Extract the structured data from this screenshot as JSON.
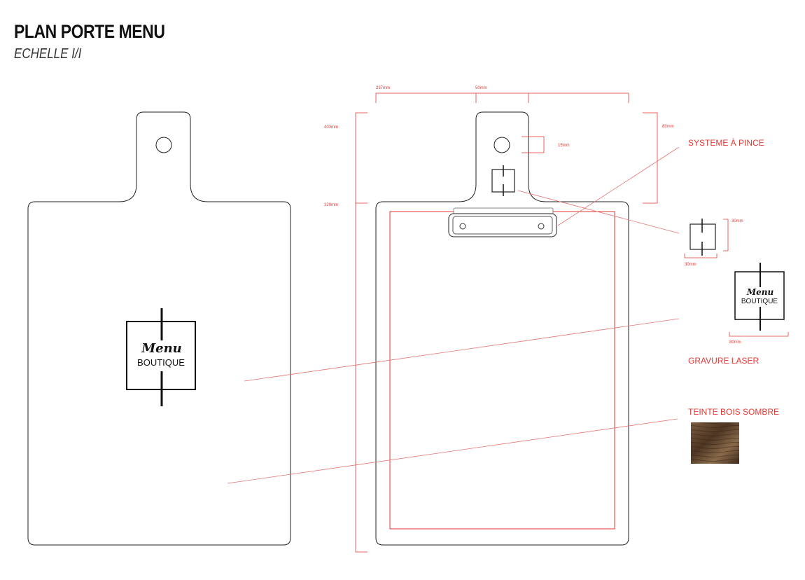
{
  "header": {
    "title": "PLAN PORTE MENU",
    "scale": "ECHELLE I/I"
  },
  "dimensions": {
    "total_width": "237mm",
    "handle_width": "50mm",
    "total_height": "403mm",
    "body_height": "320mm",
    "handle_height": "83mm",
    "hole_diameter": "15mm",
    "clip_logo_height": "30mm",
    "clip_logo_width": "30mm",
    "logo_width": "80mm"
  },
  "callouts": {
    "clip_system": "SYSTEME À PINCE",
    "laser_engraving": "GRAVURE LASER",
    "wood_stain": "TEINTE BOIS SOMBRE"
  },
  "logo": {
    "script": "Menu",
    "text": "BOUTIQUE"
  },
  "colors": {
    "annotation": "#e53935",
    "outline": "#222222",
    "wood": "#5a4330"
  }
}
